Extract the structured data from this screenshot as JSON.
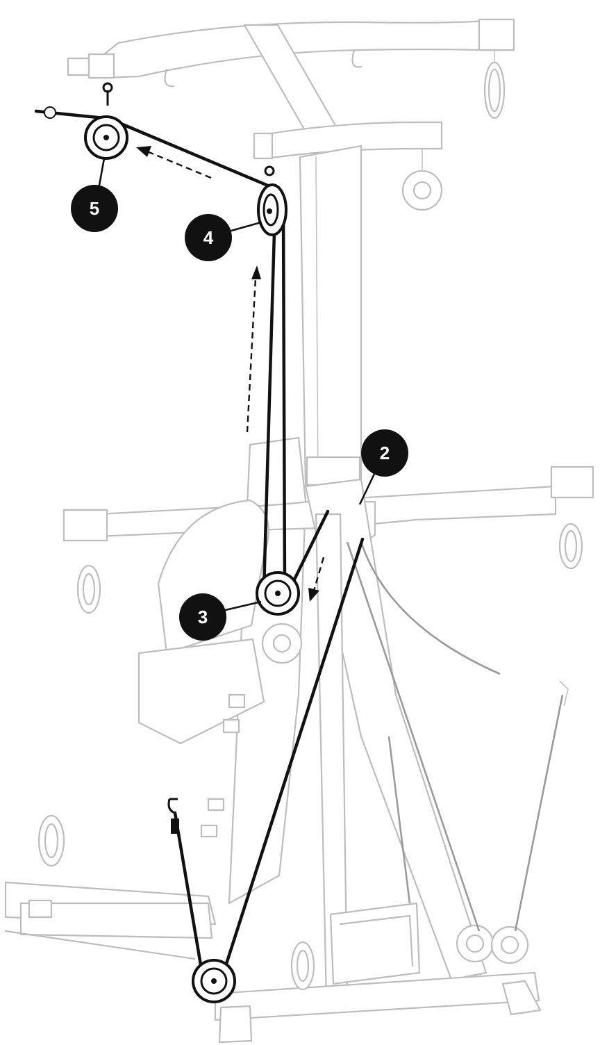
{
  "callouts": [
    {
      "id": "2",
      "label": "2"
    },
    {
      "id": "3",
      "label": "3"
    },
    {
      "id": "4",
      "label": "4"
    },
    {
      "id": "5",
      "label": "5"
    }
  ],
  "colors": {
    "cable": "#111111",
    "frame": "#bdbdbd",
    "badge": "#111111",
    "badge_text": "#ffffff"
  },
  "icons": [
    "pulley-icon",
    "flow-arrow-icon",
    "hook-icon"
  ]
}
